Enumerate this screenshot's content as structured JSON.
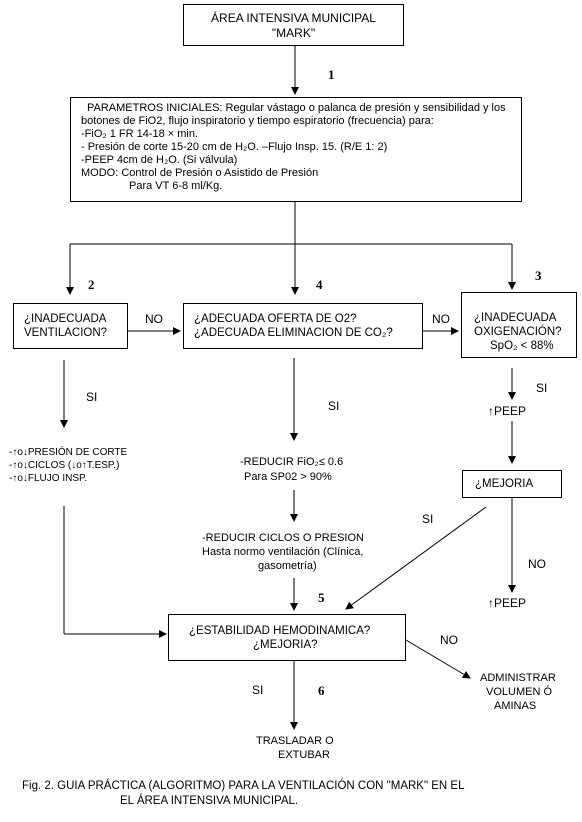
{
  "nodes": {
    "start": {
      "line1": "ÁREA INTENSIVA MUNICIPAL",
      "line2": "\"MARK\""
    },
    "params": {
      "l1": "PARAMETROS INICIALES: Regular vástago o palanca de presión y sensibilidad  y los",
      "l2": "botones de FiO2, flujo inspiratorio y tiempo espiratorio (frecuencia) para:",
      "l3": "-FiO₂ 1   FR 14-18 × min.",
      "l4": "- Presión de corte 15-20 cm de  H₂O. –Flujo Insp. 15.  (R/E 1: 2)",
      "l5": "-PEEP 4cm de H₂O. (Si válvula)",
      "l6": "MODO: Control de Presión o Asistido de Presión",
      "l7": "Para VT 6-8 ml/Kg."
    },
    "ventilacion": {
      "l1": "¿INADECUADA",
      "l2": "VENTILACION?"
    },
    "oferta": {
      "l1": "¿ADECUADA OFERTA DE O2?",
      "l2": "¿ADECUADA ELIMINACION DE CO₂?"
    },
    "oxigenacion": {
      "l1": "¿INADECUADA",
      "l2": "OXIGENACIÓN?",
      "l3": "SpO₂ < 88%"
    },
    "mejoria_box": {
      "text": "¿MEJORIA"
    },
    "estabilidad": {
      "l1": "¿ESTABILIDAD HEMODINAMICA?",
      "l2": "¿MEJORIA?"
    }
  },
  "texts": {
    "presion_l1": "-↑o↓PRESIÓN DE CORTE",
    "presion_l2": "-↑o↓CICLOS (↓o↑T.ESP.)",
    "presion_l3": "-↑o↓FLUJO INSP.",
    "fio2_l1": "-REDUCIR FiO₂≤ 0.6",
    "fio2_l2": "Para SP02 > 90%",
    "ciclos_l1": "-REDUCIR CICLOS O PRESION",
    "ciclos_l2": "Hasta normo ventilación (Clínica,",
    "ciclos_l3": "gasometría)",
    "peep_up_1": "↑PEEP",
    "peep_up_2": "↑PEEP",
    "administrar_l1": "ADMINISTRAR",
    "administrar_l2": "VOLUMEN  Ó",
    "administrar_l3": "AMINAS",
    "trasladar_l1": "TRASLADAR  O",
    "trasladar_l2": "EXTUBAR"
  },
  "labels": {
    "no_1": "NO",
    "no_2": "NO",
    "no_3": "NO",
    "no_4": "NO",
    "si_1": "SI",
    "si_2": "SI",
    "si_3": "SI",
    "si_4": "SI",
    "si_5": "SI"
  },
  "numbers": {
    "n1": "1",
    "n2": "2",
    "n3": "3",
    "n4": "4",
    "n5": "5",
    "n6": "6"
  },
  "caption": {
    "l1": "Fig. 2.  GUIA PRÁCTICA (ALGORITMO)  PARA  LA  VENTILACIÓN  CON  \"MARK\"   EN   EL",
    "l2": "EL  ÁREA INTENSIVA MUNICIPAL."
  }
}
